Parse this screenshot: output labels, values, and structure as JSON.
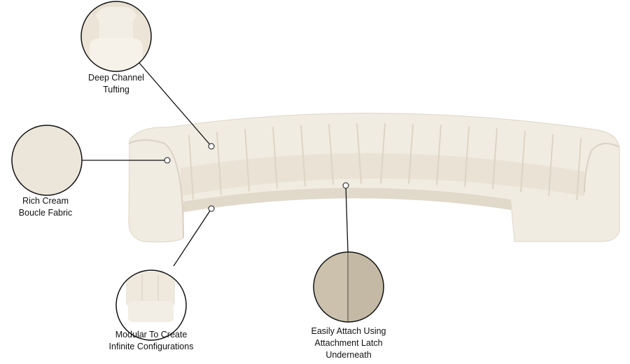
{
  "callouts": {
    "tufting": {
      "line1": "Deep Channel",
      "line2": "Tufting"
    },
    "fabric": {
      "line1": "Rich Cream",
      "line2": "Boucle Fabric"
    },
    "modular": {
      "line1": "Modular To Create",
      "line2": "Infinite Configurations"
    },
    "attach": {
      "line1": "Easily Attach Using",
      "line2": "Attachment Latch",
      "line3": "Underneath"
    }
  },
  "colors": {
    "fabric": "#f1ece2",
    "shadow": "#d9d1c2",
    "line": "#111111",
    "latch": "#b9ae98"
  }
}
